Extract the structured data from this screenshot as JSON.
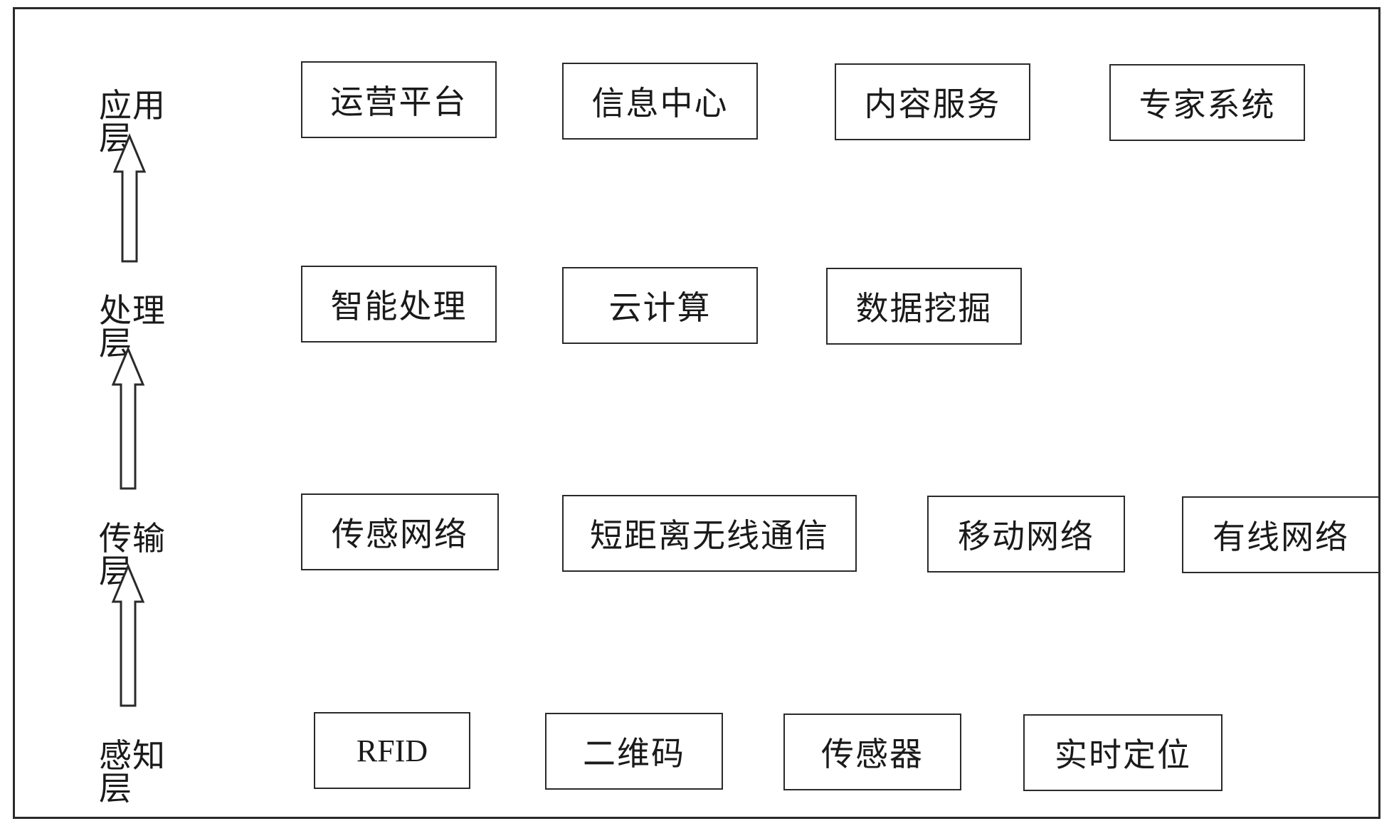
{
  "layers": [
    {
      "label": "应用层",
      "nodes": [
        "运营平台",
        "信息中心",
        "内容服务",
        "专家系统"
      ]
    },
    {
      "label": "处理层",
      "nodes": [
        "智能处理",
        "云计算",
        "数据挖掘"
      ]
    },
    {
      "label": "传输层",
      "nodes": [
        "传感网络",
        "短距离无线通信",
        "移动网络",
        "有线网络"
      ]
    },
    {
      "label": "感知层",
      "nodes": [
        "RFID",
        "二维码",
        "传感器",
        "实时定位"
      ]
    }
  ],
  "flow_direction": "bottom-to-top",
  "line_color": "#2a2a2a"
}
